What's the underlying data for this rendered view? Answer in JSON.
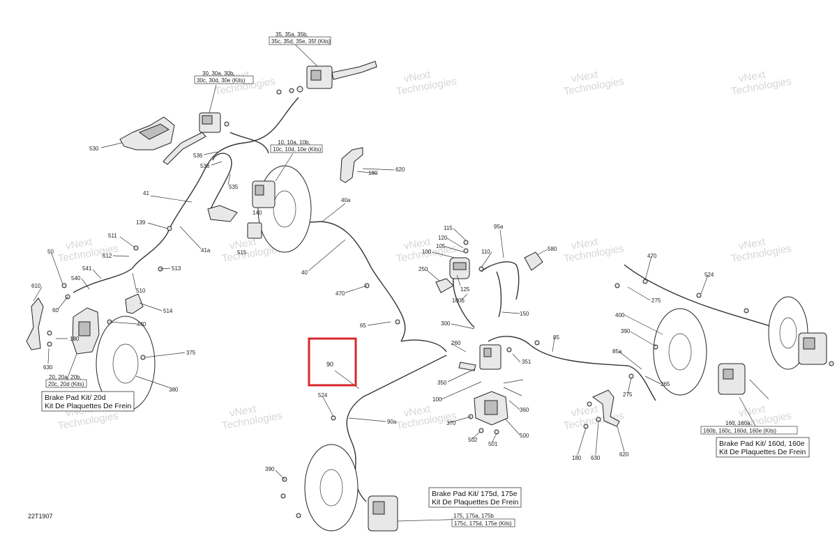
{
  "diagram_id": "22T1907",
  "watermark": {
    "line1": "vNext",
    "line2": "Technologies"
  },
  "highlight": {
    "label": "90",
    "color": "#d9262c"
  },
  "kit_boxes": [
    {
      "line1": "Brake Pad Kit/ 20d",
      "line2": "Kit De Plaquettes De Frein"
    },
    {
      "line1": "Brake Pad Kit/ 175d, 175e",
      "line2": "Kit De Plaquettes De Frein"
    },
    {
      "line1": "Brake Pad Kit/ 160d, 160e",
      "line2": "Kit De Plaquettes De Frein"
    }
  ],
  "callout_boxes": [
    {
      "line1": "35, 35a, 35b,",
      "line2": "35c, 35d, 35e, 35f (Kits)"
    },
    {
      "line1": "30, 30a, 30b,",
      "line2": "30c, 30d, 30e (Kits)"
    },
    {
      "line1": "10, 10a, 10b,",
      "line2": "10c, 10d, 10e (Kits)"
    },
    {
      "line1": "20, 20a, 20b,",
      "line2": "20c, 20d (Kits)"
    },
    {
      "line1": "175, 175a, 175b",
      "line2": "175c, 175d, 175e (Kits)"
    },
    {
      "line1": "160, 160a,",
      "line2": "160b, 160c, 160d, 160e (Kits)"
    }
  ],
  "labels": [
    "530",
    "536",
    "538",
    "41",
    "535",
    "140",
    "515",
    "139",
    "511",
    "512",
    "41a",
    "513",
    "50",
    "541",
    "540",
    "510",
    "610",
    "60",
    "514",
    "440",
    "180",
    "630",
    "375",
    "380",
    "620",
    "180",
    "40a",
    "40",
    "470",
    "65",
    "115",
    "120",
    "105",
    "100",
    "110",
    "95a",
    "580",
    "250",
    "125",
    "100b",
    "150",
    "300",
    "260",
    "350",
    "100",
    "351",
    "85",
    "524",
    "370",
    "502",
    "501",
    "500",
    "360",
    "90a",
    "470",
    "275",
    "524",
    "400",
    "390",
    "85a",
    "265",
    "275",
    "180",
    "630",
    "620",
    "390"
  ]
}
